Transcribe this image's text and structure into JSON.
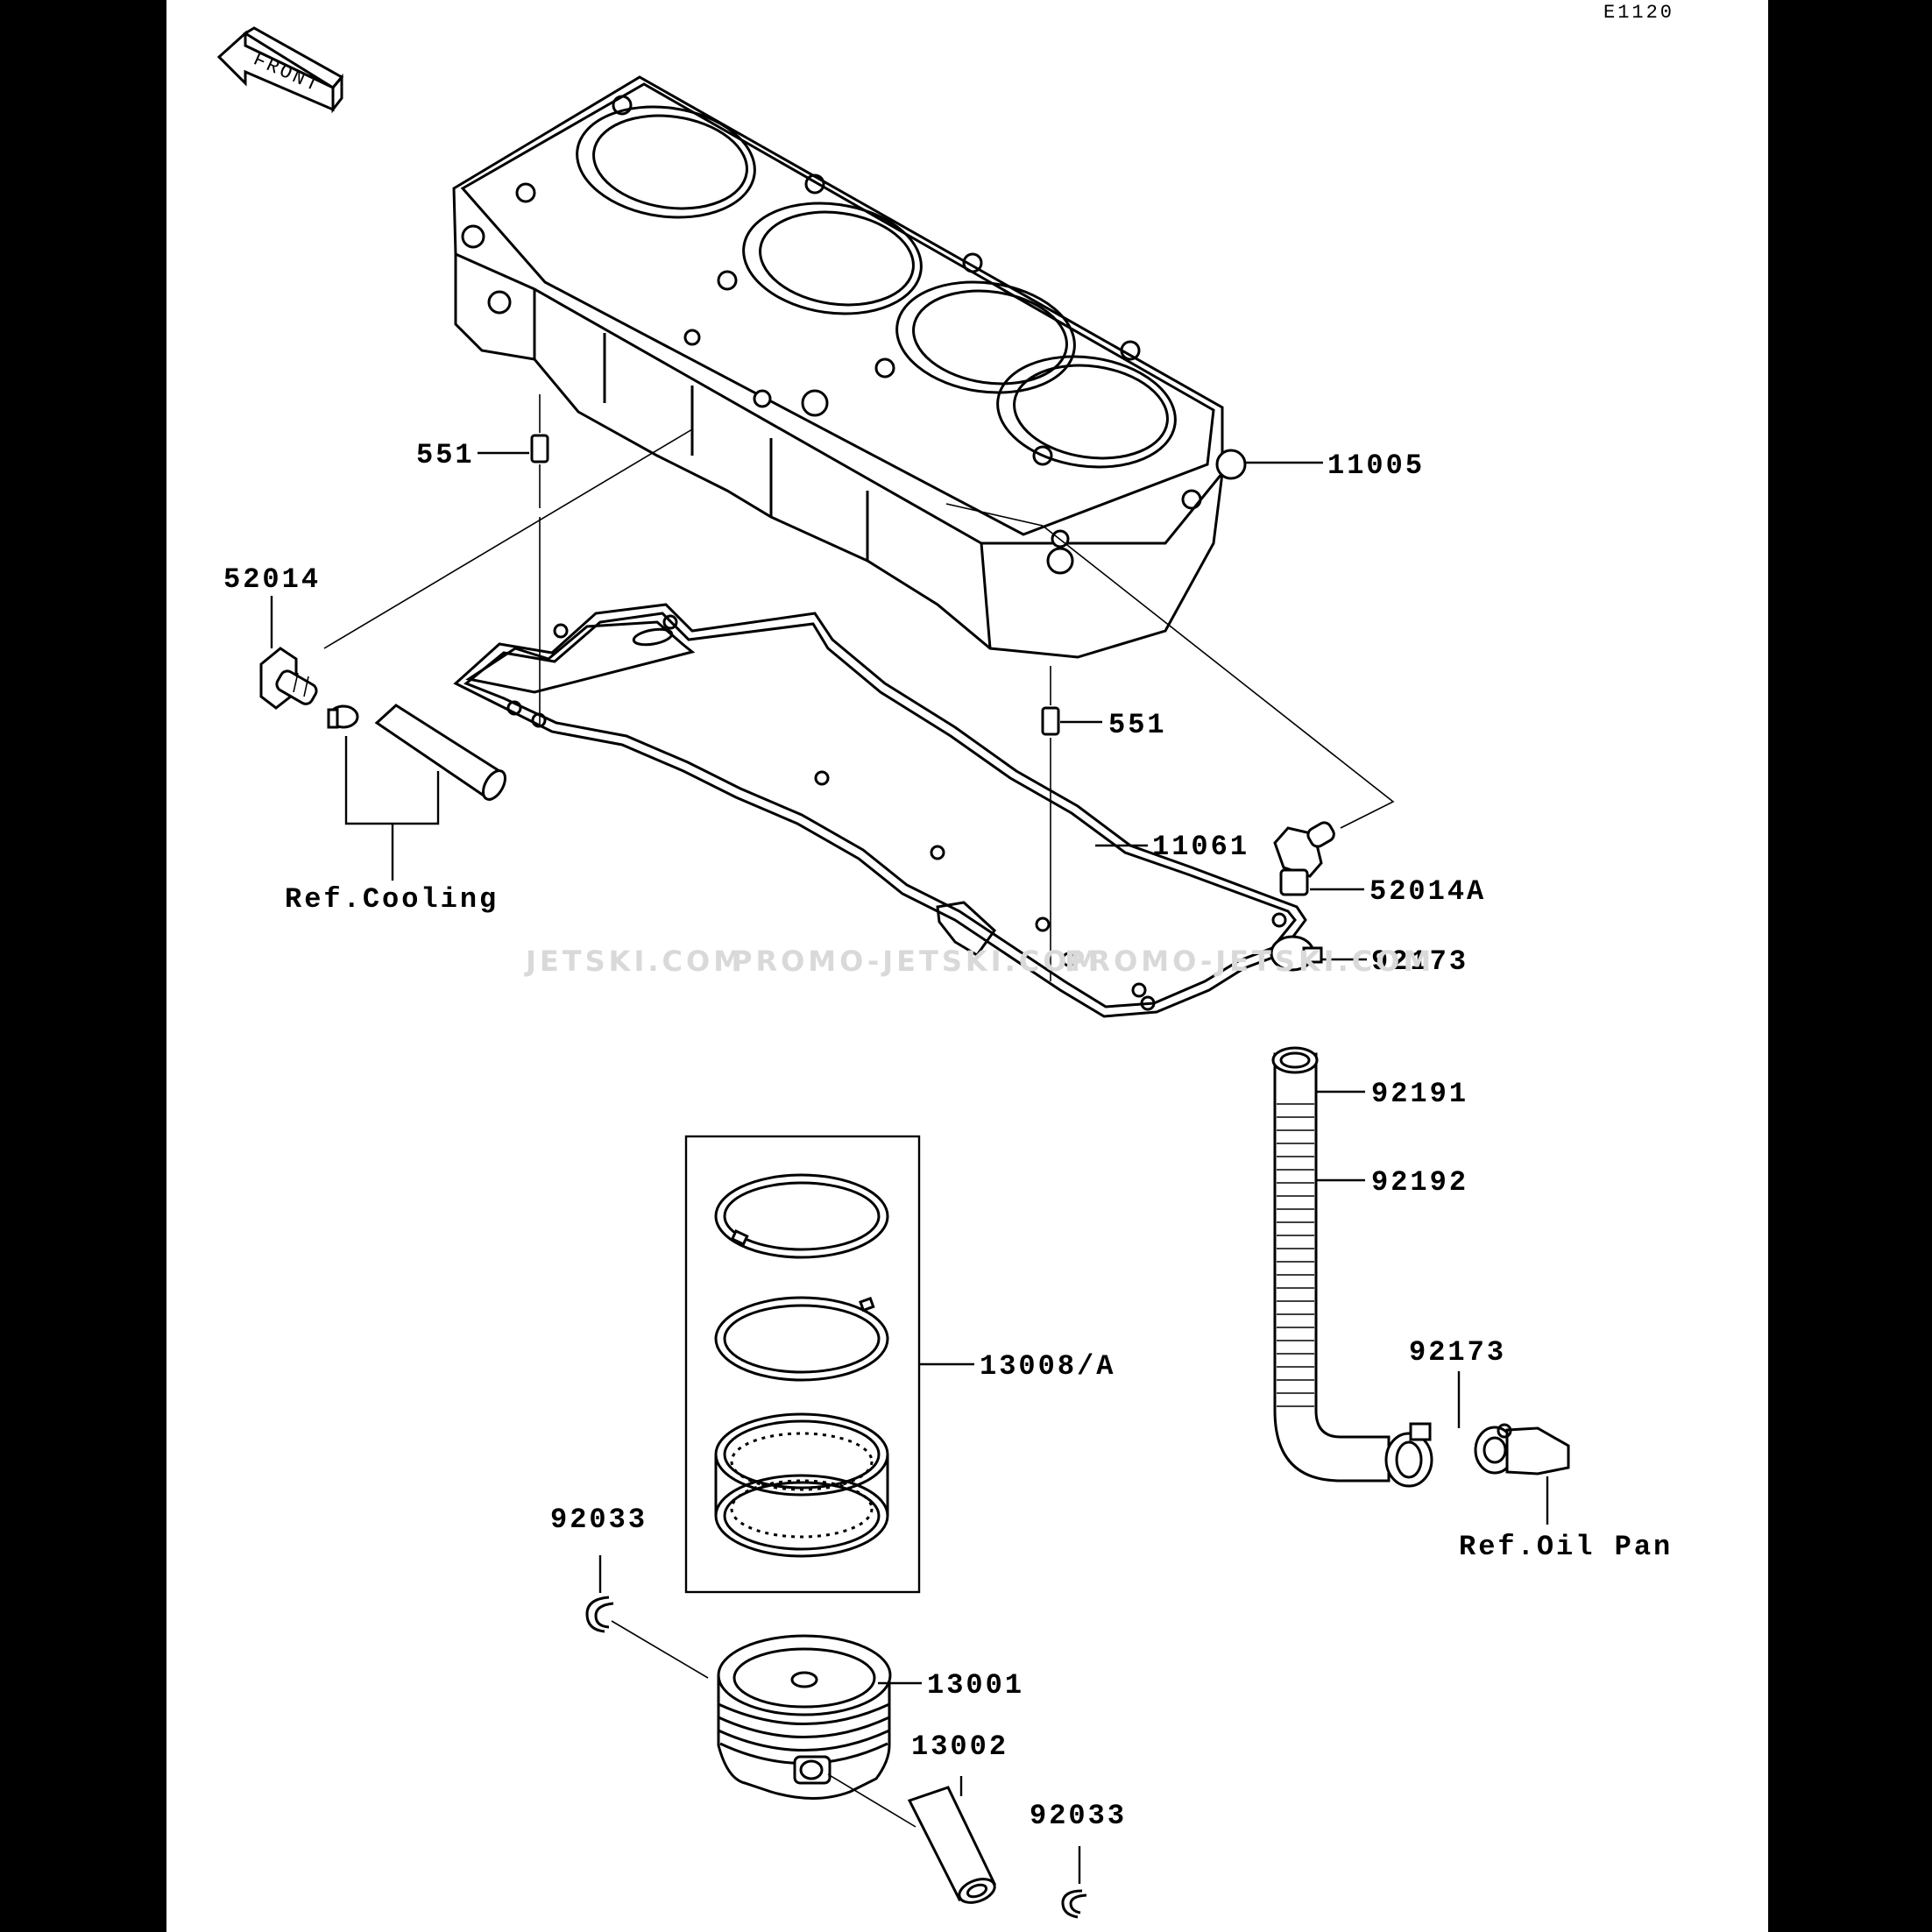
{
  "diagram_code": "E1120",
  "front_arrow_label": "FRONT",
  "watermarks": [
    "JETSKI.COM",
    "PROMO-JETSKI.COM",
    "PROMO-JETSKI.COM"
  ],
  "callouts": {
    "cylinder": "11005",
    "dowel_upper": "551",
    "dowel_lower": "551",
    "fitting_left": "52014",
    "fitting_right": "52014A",
    "gasket": "11061",
    "clamp_upper": "92173",
    "hose_upper": "92191",
    "hose_lower": "92192",
    "clamp_lower": "92173",
    "ring_set": "13008/A",
    "snap_ring_left": "92033",
    "piston": "13001",
    "piston_pin": "13002",
    "snap_ring_right": "92033"
  },
  "references": {
    "cooling": "Ref.Cooling",
    "oil_pan": "Ref.Oil Pan"
  }
}
